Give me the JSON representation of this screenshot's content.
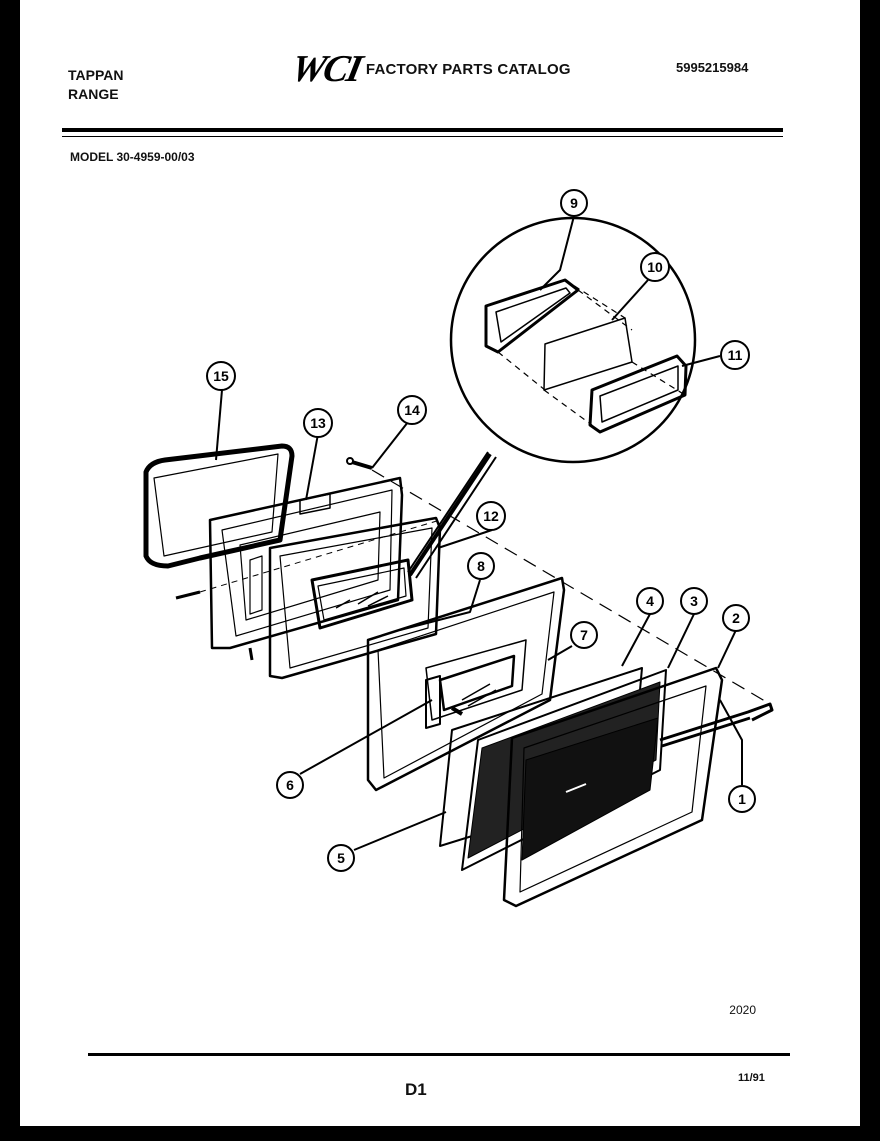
{
  "header": {
    "brand_line1": "TAPPAN",
    "brand_line2": "RANGE",
    "logo_text": "WCI",
    "catalog_title": "FACTORY PARTS CATALOG",
    "catalog_number": "5995215984",
    "model": "MODEL 30-4959-00/03"
  },
  "footer": {
    "figure_number": "2020",
    "page_label": "D1",
    "date": "11/91"
  },
  "callouts": [
    "1",
    "2",
    "3",
    "4",
    "5",
    "6",
    "7",
    "8",
    "9",
    "10",
    "11",
    "12",
    "13",
    "14",
    "15"
  ]
}
